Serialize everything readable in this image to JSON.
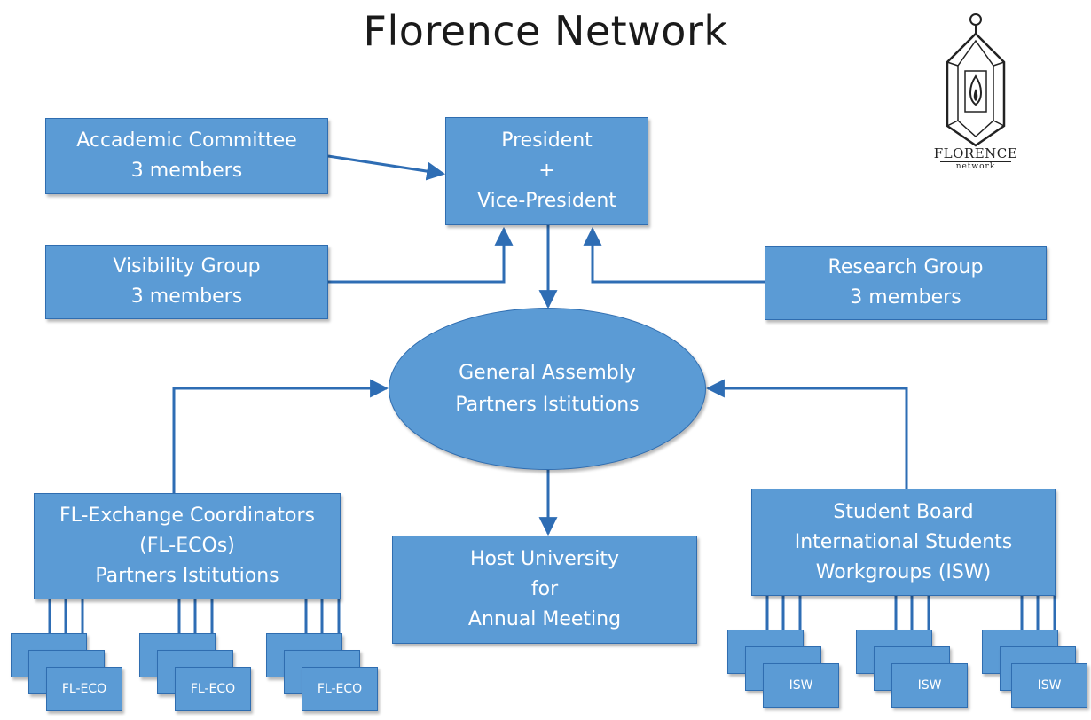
{
  "title": "Florence Network",
  "logo": {
    "name": "FLORENCE",
    "sub": "network"
  },
  "nodes": {
    "academic": {
      "line1": "Accademic Committee",
      "line2": "3 members"
    },
    "president": {
      "line1": "President",
      "line2": "+",
      "line3": "Vice-President"
    },
    "visibility": {
      "line1": "Visibility Group",
      "line2": "3 members"
    },
    "research": {
      "line1": "Research Group",
      "line2": "3 members"
    },
    "assembly": {
      "line1": "General Assembly",
      "line2": "Partners Istitutions"
    },
    "coordinators": {
      "line1": "FL-Exchange Coordinators",
      "line2": "(FL-ECOs)",
      "line3": "Partners Istitutions"
    },
    "host": {
      "line1": "Host University",
      "line2": "for",
      "line3": "Annual Meeting"
    },
    "student_board": {
      "line1": "Student Board",
      "line2": "International Students",
      "line3": "Workgroups (ISW)"
    }
  },
  "sub_units": {
    "fl_eco": "FL-ECO",
    "isw": "ISW"
  },
  "colors": {
    "box_fill": "#5b9bd5",
    "box_border": "#2f6db0",
    "connector": "#2e6db4"
  }
}
